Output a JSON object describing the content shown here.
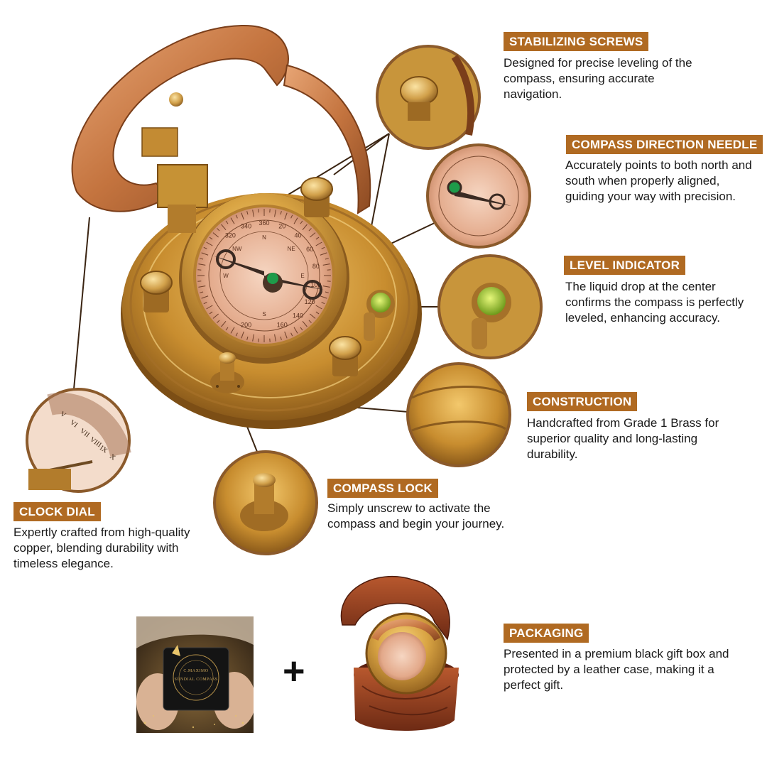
{
  "colors": {
    "label_bg": "#b06a22",
    "brass": "#c8953b",
    "copper": "#c57a47",
    "ring": "#8b5a2b"
  },
  "features": {
    "stabilizing_screws": {
      "title": "STABILIZING SCREWS",
      "text": "Designed for precise leveling of the compass, ensuring accurate navigation."
    },
    "direction_needle": {
      "title": "COMPASS DIRECTION NEEDLE",
      "text": "Accurately points to both north and south when properly aligned, guiding your way with precision."
    },
    "level_indicator": {
      "title": "LEVEL INDICATOR",
      "text": "The liquid drop at the center confirms the compass is perfectly leveled, enhancing accuracy."
    },
    "construction": {
      "title": "CONSTRUCTION",
      "text": "Handcrafted from Grade 1 Brass for superior quality and long-lasting durability."
    },
    "compass_lock": {
      "title": "COMPASS LOCK",
      "text": "Simply unscrew to activate the compass and begin your journey."
    },
    "clock_dial": {
      "title": "CLOCK DIAL",
      "text": "Expertly crafted from high-quality copper, blending durability with timeless elegance."
    },
    "packaging": {
      "title": "PACKAGING",
      "text": "Presented in a premium black gift box and protected by a leather case, making it a perfect gift."
    }
  },
  "compass_dial": {
    "degrees": [
      "360",
      "20",
      "40",
      "60",
      "80",
      "100",
      "120",
      "140",
      "160",
      "200",
      "320",
      "340"
    ],
    "cardinals": [
      "NE",
      "N",
      "E",
      "S",
      "W",
      "NW"
    ]
  },
  "gift_box": {
    "brand": "C.MAXIMO",
    "product": "SUNDIAL COMPASS"
  },
  "sundial_numerals": [
    "V",
    "VI",
    "VII",
    "VIII",
    "IX",
    "X"
  ],
  "plus_sign": "+"
}
